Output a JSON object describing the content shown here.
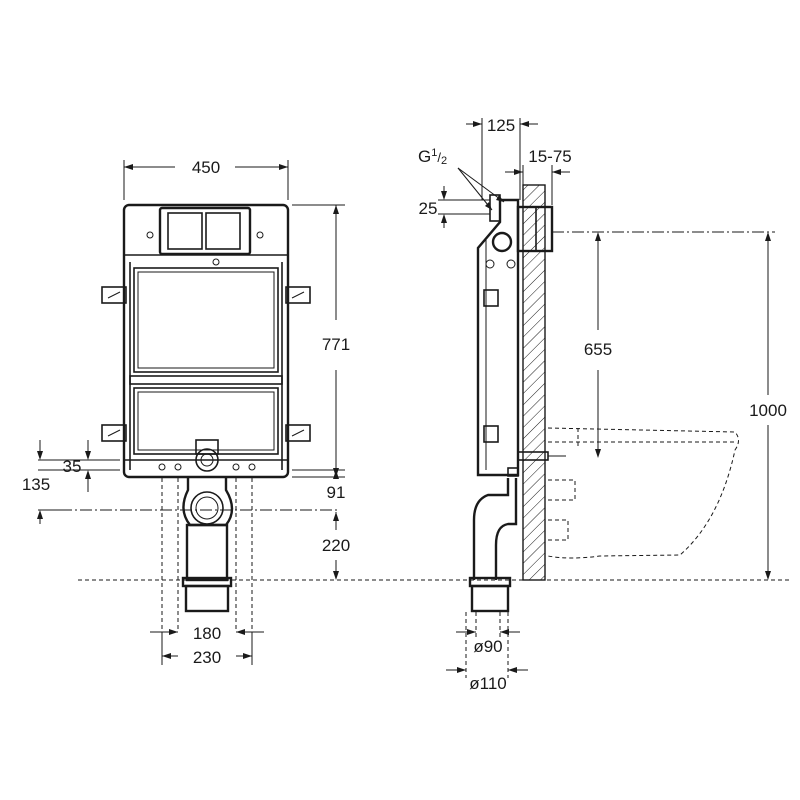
{
  "front_view": {
    "dimensions": {
      "width": "450",
      "height": "771",
      "depth_35": "35",
      "depth_135": "135",
      "offset_91": "91",
      "outlet_height": "220",
      "pipe_spacing": "180",
      "pipe_width": "230"
    }
  },
  "side_view": {
    "dimensions": {
      "top_offset": "125",
      "wall_gap": "15-75",
      "inlet_thread_main": "G",
      "inlet_thread_sup": "1",
      "inlet_thread_sub": "2",
      "inlet_offset": "25",
      "inlet_height": "655",
      "total_height": "1000",
      "pipe_inner": "ø90",
      "pipe_outer": "ø110"
    }
  }
}
